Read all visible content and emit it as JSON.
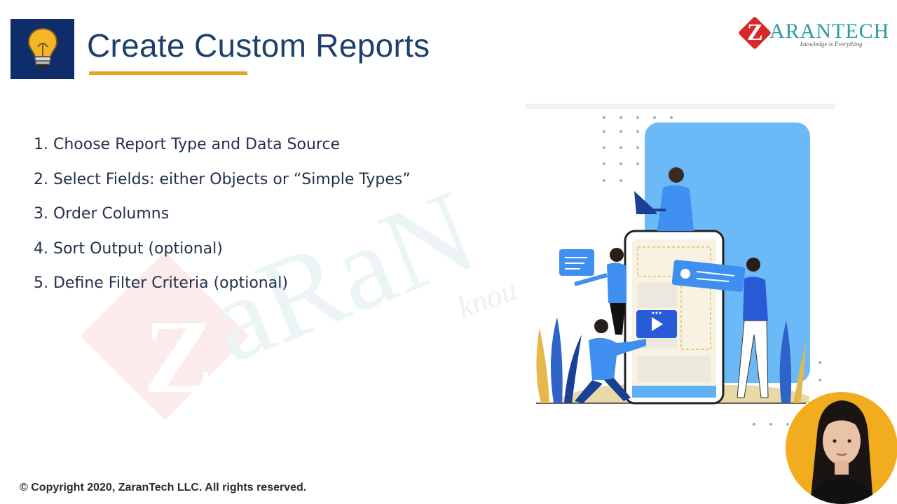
{
  "slide": {
    "title": "Create Custom Reports",
    "steps": [
      "1. Choose Report Type and Data Source",
      "2. Select Fields: either Objects or “Simple Types”",
      "3. Order Columns",
      "4. Sort Output (optional)",
      "5. Define Filter Criteria (optional)"
    ],
    "copyright": "© Copyright 2020, ZaranTech LLC. All rights reserved."
  },
  "logo": {
    "letter": "Z",
    "text": "ARANTECH",
    "tagline": "knowledge is Everything"
  },
  "icons": {
    "header": "lightbulb-icon",
    "video_badge": "play-icon"
  },
  "colors": {
    "title": "#1d3f6e",
    "accent_underline": "#e9a21b",
    "icon_box": "#0f2d6b",
    "logo_red": "#d62a2a",
    "logo_teal": "#2d9a9b",
    "illustration_blue": "#3f8ff0",
    "presenter_bg": "#f2ad1e"
  }
}
